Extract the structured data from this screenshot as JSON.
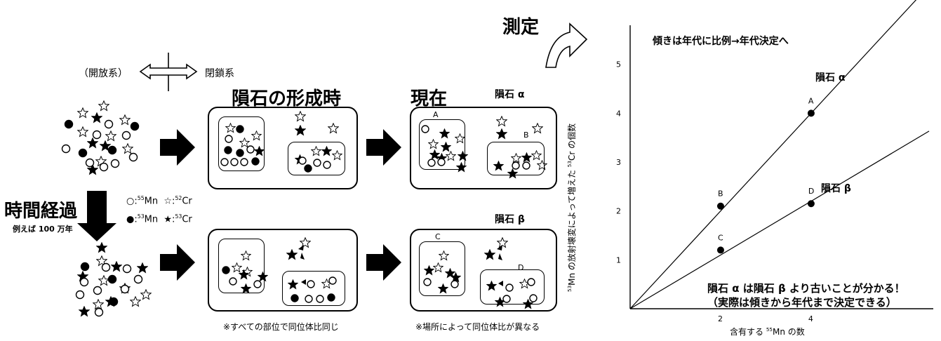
{
  "labels": {
    "measure": "測定",
    "open_system": "（開放系）",
    "closed_system": "閉鎖系",
    "formation": "隕石の形成時",
    "present": "現在",
    "meteorite_alpha": "隕石 α",
    "meteorite_beta": "隕石 β",
    "time_passage": "時間経過",
    "example_time": "例えば 100 万年",
    "note_same": "※すべての部位で同位体比同じ",
    "note_diff": "※場所によって同位体比が異なる"
  },
  "legend": [
    {
      "symbol": "○",
      "mass": "55",
      "element": "Mn"
    },
    {
      "symbol": "☆",
      "mass": "52",
      "element": "Cr"
    },
    {
      "symbol": "●",
      "mass": "53",
      "element": "Mn"
    },
    {
      "symbol": "★",
      "mass": "53",
      "element": "Cr"
    }
  ],
  "legend_separator": ":",
  "graph": {
    "title": "傾きは年代に比例→年代決定へ",
    "ylabel_pre": "53",
    "ylabel_main": "Mn の放射壊変によって増えた ",
    "ylabel_sup2": "53",
    "ylabel_tail": "Cr の個数",
    "xlabel_pre": "含有する ",
    "xlabel_sup": "55",
    "xlabel_tail": "Mn の数",
    "conclusion_1": "隕石 α は隕石 β より古いことが分かる！",
    "conclusion_2": "（実際は傾きから年代まで決定できる）",
    "line_labels": [
      "隕石 α",
      "隕石 β"
    ]
  },
  "chart_data": {
    "type": "scatter",
    "title": "傾きは年代に比例→年代決定へ",
    "xlabel": "含有する 55Mn の数",
    "ylabel": "53Mn の放射壊変によって増えた 53Cr の個数",
    "x_ticks": [
      "2",
      "4"
    ],
    "y_ticks": [
      "1",
      "2",
      "3",
      "4",
      "5"
    ],
    "xlim": [
      0,
      6.7
    ],
    "ylim": [
      0,
      5.8
    ],
    "points": [
      {
        "label": "A",
        "x": 4.0,
        "y": 4.0
      },
      {
        "label": "B",
        "x": 2.0,
        "y": 2.1
      },
      {
        "label": "C",
        "x": 2.0,
        "y": 1.2
      },
      {
        "label": "D",
        "x": 4.0,
        "y": 2.15
      }
    ],
    "series": [
      {
        "name": "隕石 α",
        "slope": 1.0,
        "points": [
          "B",
          "A"
        ]
      },
      {
        "name": "隕石 β",
        "slope": 0.55,
        "points": [
          "C",
          "D"
        ]
      }
    ]
  }
}
